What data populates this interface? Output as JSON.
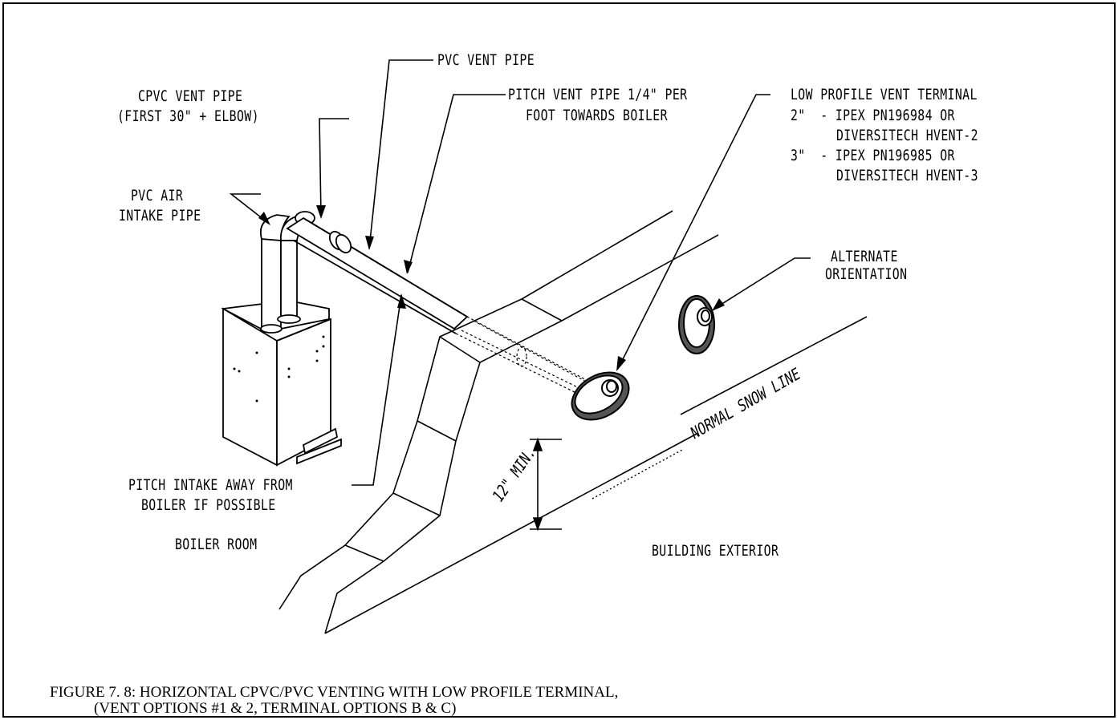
{
  "labels": {
    "pvc_vent_pipe": "PVC VENT PIPE",
    "cpvc_vent_pipe": "CPVC VENT PIPE",
    "cpvc_first": "(FIRST 30\" + ELBOW)",
    "pitch_vent_1": "PITCH VENT PIPE 1/4\" PER",
    "pitch_vent_2": "FOOT TOWARDS BOILER",
    "terminal_title": "LOW PROFILE VENT TERMINAL",
    "terminal_2a": "2\"  - IPEX PN196984 OR",
    "terminal_2b": "DIVERSITECH HVENT-2",
    "terminal_3a": "3\"  - IPEX PN196985 OR",
    "terminal_3b": "DIVERSITECH HVENT-3",
    "pvc_air_1": "PVC AIR",
    "pvc_air_2": "INTAKE PIPE",
    "alternate_1": "ALTERNATE",
    "alternate_2": "ORIENTATION",
    "snow_line": "NORMAL SNOW LINE",
    "min_12": "12\" MIN.",
    "pitch_intake_1": "PITCH INTAKE AWAY FROM",
    "pitch_intake_2": "BOILER IF POSSIBLE",
    "boiler_room": "BOILER ROOM",
    "building_exterior": "BUILDING EXTERIOR"
  },
  "caption": {
    "line1": "FIGURE 7. 8: HORIZONTAL CPVC/PVC VENTING WITH LOW PROFILE TERMINAL,",
    "line2": "(VENT OPTIONS #1 & 2, TERMINAL OPTIONS B & C)"
  }
}
